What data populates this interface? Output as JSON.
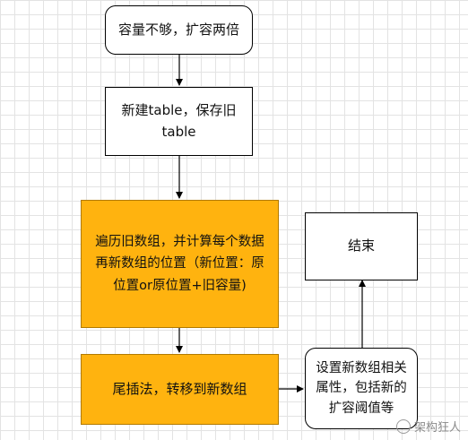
{
  "nodes": {
    "start": "容量不够，扩容两倍",
    "new_table": "新建table，保存旧table",
    "traverse": "遍历旧数组，并计算每个数据再新数组的位置（新位置：原位置or原位置+旧容量)",
    "tail_insert": "尾插法，转移到新数组",
    "set_attrs": "设置新数组相关属性，包括新的扩容阈值等",
    "end": "结束"
  },
  "watermark": "架构狂人"
}
